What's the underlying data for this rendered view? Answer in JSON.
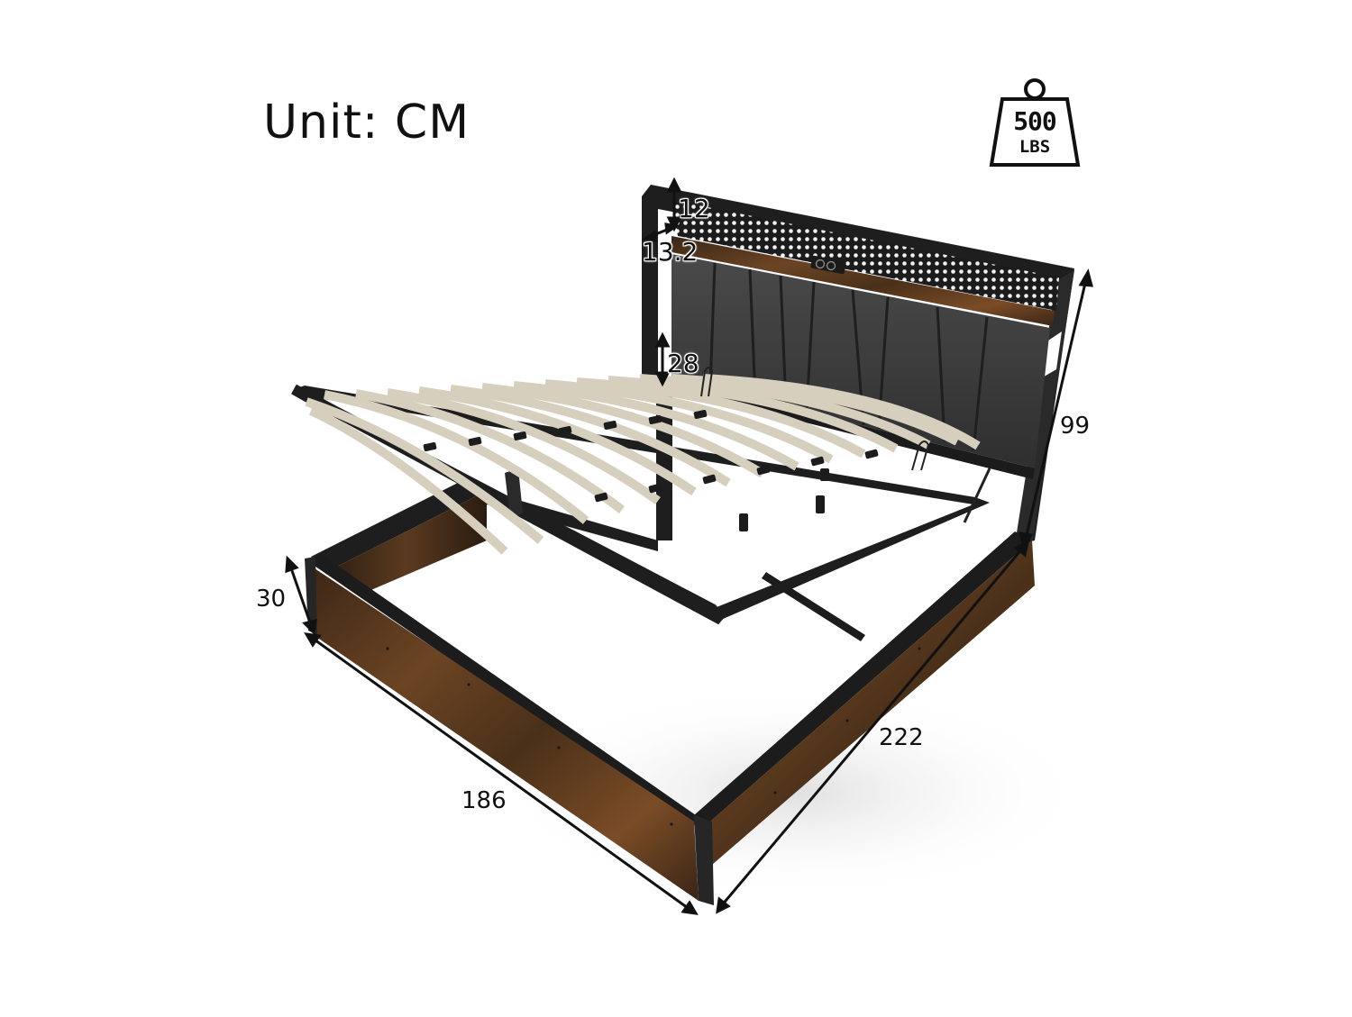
{
  "header": {
    "unit_label": "Unit: CM"
  },
  "weight_capacity": {
    "icon": "weight-icon",
    "value": "500",
    "unit": "LBS"
  },
  "product": {
    "description": "Lift-up storage bed frame with upholstered headboard, perforated metal shelf, charging outlets and wooden slat base",
    "colors": {
      "frame_black": "#1e1e1e",
      "upholstery_gray": "#3c3c3d",
      "rustic_wood": "#5a3a22",
      "slat_beige": "#d6cfbe",
      "background": "#ffffff"
    }
  },
  "dimensions": {
    "shelf_height": "12",
    "shelf_depth": "13.2",
    "headboard_gap": "28",
    "headboard_height": "99",
    "side_height": "30",
    "width": "186",
    "length": "222"
  }
}
